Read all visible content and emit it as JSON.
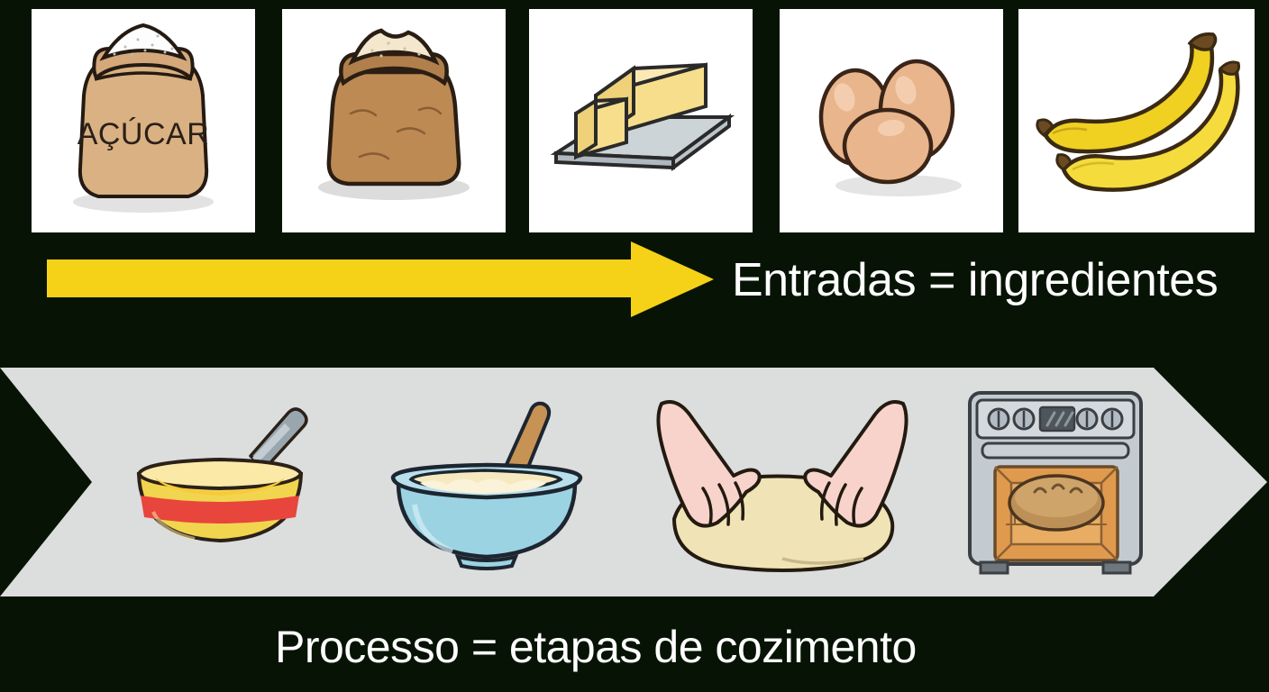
{
  "background": {
    "color": "#071405"
  },
  "inputs": {
    "arrow": {
      "name": "yellow-right-arrow",
      "color": "#f5d117"
    },
    "label": "Entradas = ingredientes",
    "label_color": "#ffffff",
    "cards": [
      {
        "id": "sugar",
        "icon": "sugar-sack-icon",
        "caption": "AÇÚCAR",
        "alt": "Saco de açúcar",
        "bag_color": "#d9b183",
        "content_color": "#ffffff"
      },
      {
        "id": "flour",
        "icon": "flour-sack-icon",
        "caption": "",
        "alt": "Saco de farinha",
        "bag_color": "#b5804b",
        "content_color": "#f4ead5"
      },
      {
        "id": "butter",
        "icon": "butter-stick-icon",
        "caption": "",
        "alt": "Manteiga no prato",
        "butter_color": "#f5dd8b",
        "dish_color": "#ccd4d8"
      },
      {
        "id": "eggs",
        "icon": "eggs-icon",
        "caption": "",
        "alt": "Três ovos",
        "egg_color": "#e9b58c"
      },
      {
        "id": "banana",
        "icon": "bananas-icon",
        "caption": "",
        "alt": "Duas bananas",
        "banana_color": "#f2d024"
      }
    ]
  },
  "process": {
    "banner_color": "#dcdddd",
    "label": "Processo = etapas de cozimento",
    "label_color": "#ffffff",
    "steps": [
      {
        "id": "whisk",
        "icon": "mixing-bowl-whisk-icon",
        "alt": "Tigela amarela com batedor",
        "bowl_color": "#f2d54e",
        "stripe_color": "#e8453c",
        "batter_color": "#f8c93a"
      },
      {
        "id": "mix",
        "icon": "mixing-bowl-spoon-icon",
        "alt": "Tigela azul com colher de pau",
        "bowl_color": "#9bd3e3",
        "batter_color": "#f7e9bf",
        "spoon_color": "#c79355"
      },
      {
        "id": "knead",
        "icon": "kneading-hands-icon",
        "alt": "Mãos sovando a massa",
        "hand_color": "#f8d3cc",
        "dough_color": "#f0e3b6"
      },
      {
        "id": "bake",
        "icon": "oven-bread-icon",
        "alt": "Forno com pão assando",
        "oven_color": "#c3cbd0",
        "heat_color": "#e09a4e",
        "bread_color": "#bd9058"
      }
    ]
  }
}
